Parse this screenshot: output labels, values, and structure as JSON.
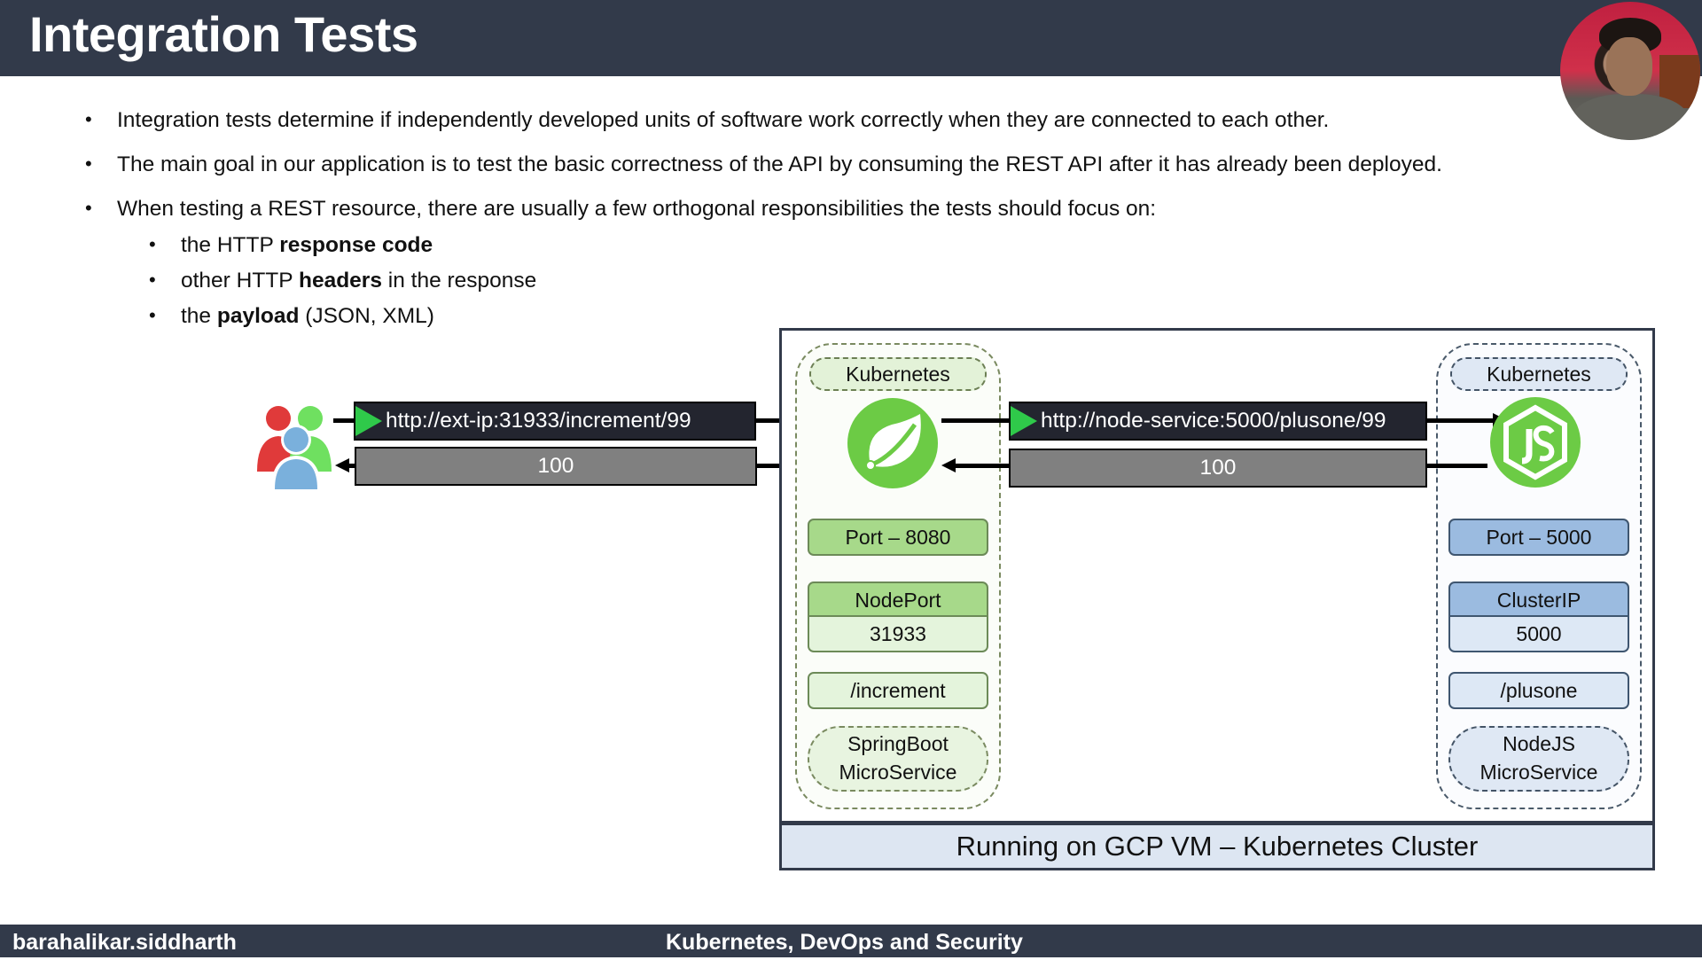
{
  "slide": {
    "title": "Integration Tests",
    "bullets": [
      "Integration tests determine if independently developed units of software work correctly when they are connected to each other.",
      "The main goal in our application is to test the basic correctness of the API  by consuming the REST API after it has already been deployed.",
      "When testing a REST resource, there are usually a few orthogonal responsibilities the tests should focus on:"
    ],
    "sub_bullets": [
      {
        "pre": "the HTTP ",
        "bold": "response code",
        "post": ""
      },
      {
        "pre": "other HTTP ",
        "bold": "headers",
        "post": " in the response"
      },
      {
        "pre": "the ",
        "bold": "payload",
        "post": " (JSON, XML)"
      }
    ],
    "bullet_glyph": "•"
  },
  "diagram": {
    "client_icon": "users-icon",
    "request1": {
      "url": "http://ext-ip:31933/increment/99",
      "response": "100"
    },
    "request2": {
      "url": "http://node-service:5000/plusone/99",
      "response": "100"
    },
    "springboot": {
      "group_label": "Kubernetes",
      "icon": "spring-leaf-icon",
      "port": "Port – 8080",
      "service_type": "NodePort",
      "service_port": "31933",
      "endpoint": "/increment",
      "name_line1": "SpringBoot",
      "name_line2": "MicroService",
      "color": "#6ccb45"
    },
    "nodejs": {
      "group_label": "Kubernetes",
      "icon": "nodejs-icon",
      "port": "Port – 5000",
      "service_type": "ClusterIP",
      "service_port": "5000",
      "endpoint": "/plusone",
      "name_line1": "NodeJS",
      "name_line2": "MicroService",
      "color": "#6ccb45"
    },
    "caption": "Running on GCP VM – Kubernetes Cluster"
  },
  "footer": {
    "author": "barahalikar.siddharth",
    "course": "Kubernetes, DevOps and Security"
  },
  "colors": {
    "header_bg": "#323a4a",
    "play_green": "#2fc94a",
    "url_box_bg": "#23252f",
    "response_box_bg": "#808080"
  }
}
